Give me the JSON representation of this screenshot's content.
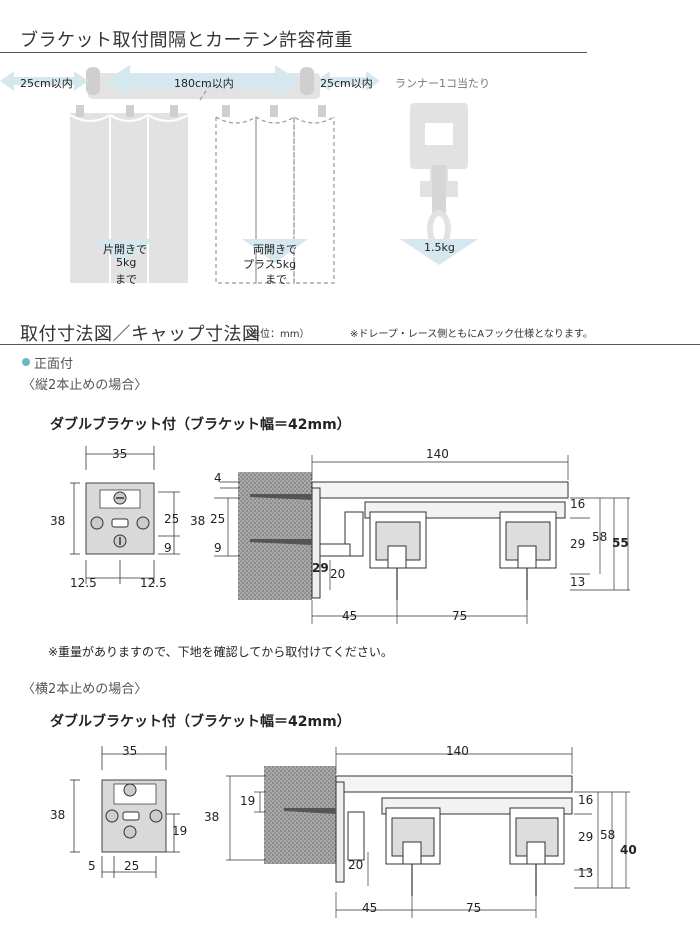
{
  "section1": {
    "title": "ブラケット取付間隔とカーテン許容荷重",
    "dims": {
      "left": "25cm以内",
      "center": "180cm以内",
      "right": "25cm以内"
    },
    "runner_label": "ランナー1コ当たり",
    "loads": {
      "single": [
        "片開きで",
        "5kg",
        "まで"
      ],
      "double": [
        "両開きで",
        "プラス5kg",
        "まで"
      ],
      "runner": "1.5kg"
    }
  },
  "section2": {
    "title": "取付寸法図／キャップ寸法図",
    "unit": "（単位：mm）",
    "note": "※ドレープ・レース側ともにAフック仕様となります。",
    "mount_label": "正面付",
    "colors": {
      "accent": "#6fb3c9",
      "arrow": "#d4e6ee",
      "hatch": "#888888"
    }
  },
  "vertical": {
    "subtitle": "〈縦2本止めの場合〉",
    "title": "ダブルブラケット付（ブラケット幅＝42mm）",
    "front": {
      "width": "35",
      "height": "38",
      "right_a": "25",
      "right_b": "9",
      "bottom_left": "12.5",
      "bottom_right": "12.5"
    },
    "side": {
      "top_width": "140",
      "left_4": "4",
      "left_38": "38",
      "left_25": "25",
      "left_9": "9",
      "inner_29": "29",
      "inner_20": "20",
      "right_16": "16",
      "right_29": "29",
      "right_58": "58",
      "right_55": "55",
      "right_13": "13",
      "bottom_45": "45",
      "bottom_75": "75"
    },
    "caution": "※重量がありますので、下地を確認してから取付けてください。"
  },
  "horizontal": {
    "subtitle": "〈横2本止めの場合〉",
    "title": "ダブルブラケット付（ブラケット幅＝42mm）",
    "front": {
      "width": "35",
      "height": "38",
      "right_19": "19",
      "bottom_5": "5",
      "bottom_25": "25"
    },
    "side": {
      "top_width": "140",
      "left_19": "19",
      "left_38": "38",
      "inner_20": "20",
      "right_16": "16",
      "right_29": "29",
      "right_58": "58",
      "right_40": "40",
      "right_13": "13",
      "bottom_45": "45",
      "bottom_75": "75"
    }
  }
}
